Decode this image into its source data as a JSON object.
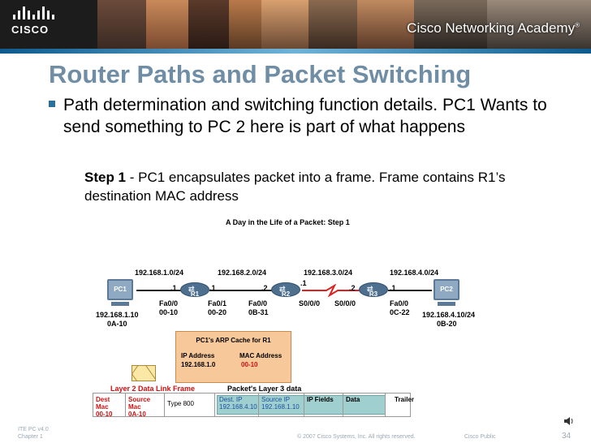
{
  "header": {
    "logo_text": "CISCO",
    "academy_label": "Cisco Networking Academy",
    "academy_mark": "®"
  },
  "slide": {
    "title": "Router Paths and Packet Switching",
    "bullet": "Path determination and switching function details.  PC1 Wants to send something to PC 2 here is part of what happens",
    "step_label": "Step 1",
    "step_text": " - PC1 encapsulates packet into a frame.  Frame contains R1’s destination MAC address"
  },
  "diagram": {
    "title": "A Day in the Life of a Packet: Step 1",
    "networks": [
      "192.168.1.0/24",
      "192.168.2.0/24",
      "192.168.3.0/24",
      "192.168.4.0/24"
    ],
    "pc1": {
      "name": "PC1",
      "ip": "192.168.1.10",
      "mac": "0A-10"
    },
    "pc2": {
      "name": "PC2",
      "ip": "192.168.4.10/24",
      "mac": "0B-20"
    },
    "r1": {
      "name": "R1",
      "left_dot": ".1",
      "right_dot": ".1",
      "left_if": "Fa0/0",
      "left_mac": "00-10",
      "right_if": "Fa0/1",
      "right_mac": "00-20"
    },
    "r2": {
      "name": "R2",
      "left_dot": ".2",
      "right_dot": ".1",
      "left_if": "Fa0/0",
      "left_mac": "0B-31",
      "right_if": "S0/0/0"
    },
    "r3": {
      "name": "R3",
      "left_dot": ".2",
      "right_dot": ".1",
      "left_if": "S0/0/0",
      "right_if": "Fa0/0",
      "right_mac": "0C-22"
    },
    "arp": {
      "title": "PC1's ARP Cache for R1",
      "ip_header": "IP Address",
      "mac_header": "MAC Address",
      "ip_value": "192.168.1.0",
      "mac_value": "00-10"
    },
    "frame": {
      "l2_label": "Layer 2 Data Link Frame",
      "l3_label": "Packet's Layer 3 data",
      "dest_mac_label": "Dest Mac",
      "dest_mac_value": "00-10",
      "source_mac_label": "Source Mac",
      "source_mac_value": "0A-10",
      "type": "Type 800",
      "dest_ip_label": "Dest. IP",
      "dest_ip_value": "192.168.4.10",
      "source_ip_label": "Source IP",
      "source_ip_value": "192.168.1.10",
      "ip_fields": "IP Fields",
      "data": "Data",
      "trailer": "Trailer"
    }
  },
  "footer": {
    "course": "ITE PC v4.0",
    "chapter": "Chapter 1",
    "copyright": "© 2007 Cisco Systems, Inc. All rights reserved.",
    "classification": "Cisco Public",
    "page": "34"
  },
  "colors": {
    "title": "#6f8ea6",
    "accent_blue": "#2b6f9c",
    "arp_bg": "#f6c89a",
    "red_text": "#d01010"
  }
}
